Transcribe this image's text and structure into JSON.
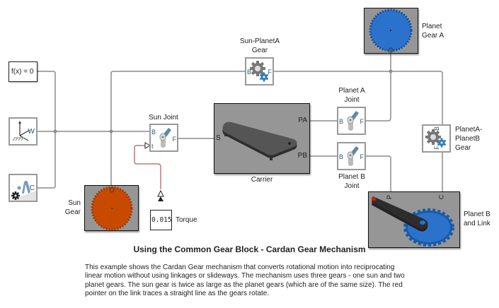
{
  "diagram": {
    "title": "Using the Common Gear Block - Cardan Gear Mechanism",
    "description": "This example shows the Cardan Gear mechanism that converts rotational motion into reciprocating linear motion without using linkages or slideways. The mechanism uses three gears - one sun and two planet gears. The sun gear is twice as large as the planet gears (which are of the same size). The red pointer on the link traces a straight line as the gears rotate.",
    "blocks": {
      "solver": {
        "text": "f(x) = 0"
      },
      "world": {
        "port": "W"
      },
      "config": {
        "port": "C"
      },
      "sun_gear": {
        "label_line1": "Sun",
        "label_line2": "Gear",
        "color": "#c84a00"
      },
      "sun_joint": {
        "label": "Sun Joint",
        "port_b": "B",
        "port_f": "F",
        "port_t": "t"
      },
      "torque": {
        "value": "0.015",
        "label": "Torque"
      },
      "carrier": {
        "label": "Carrier",
        "port_s": "S",
        "port_pa": "PA",
        "port_pb": "PB"
      },
      "sun_planet_gear": {
        "label_line1": "Sun-PlanetA",
        "label_line2": "Gear",
        "port_b": "B",
        "port_f": "F"
      },
      "planet_a_joint": {
        "label_line1": "Planet A",
        "label_line2": "Joint",
        "port_b": "B",
        "port_f": "F"
      },
      "planet_b_joint": {
        "label_line1": "Planet B",
        "label_line2": "Joint",
        "port_b": "B",
        "port_f": "F"
      },
      "planet_gear_a": {
        "label_line1": "Planet",
        "label_line2": "Gear A",
        "color": "#2a72cc"
      },
      "planet_planet_gear": {
        "label_line1": "PlanetA-",
        "label_line2": "PlanetB",
        "label_line3": "Gear",
        "port_b": "B",
        "port_f": "F"
      },
      "planet_b_link": {
        "label_line1": "Planet B",
        "label_line2": "and Link",
        "port_p": "P",
        "port_c": "C",
        "gear_color": "#2a72cc",
        "pointer_color": "#d02000"
      }
    }
  }
}
